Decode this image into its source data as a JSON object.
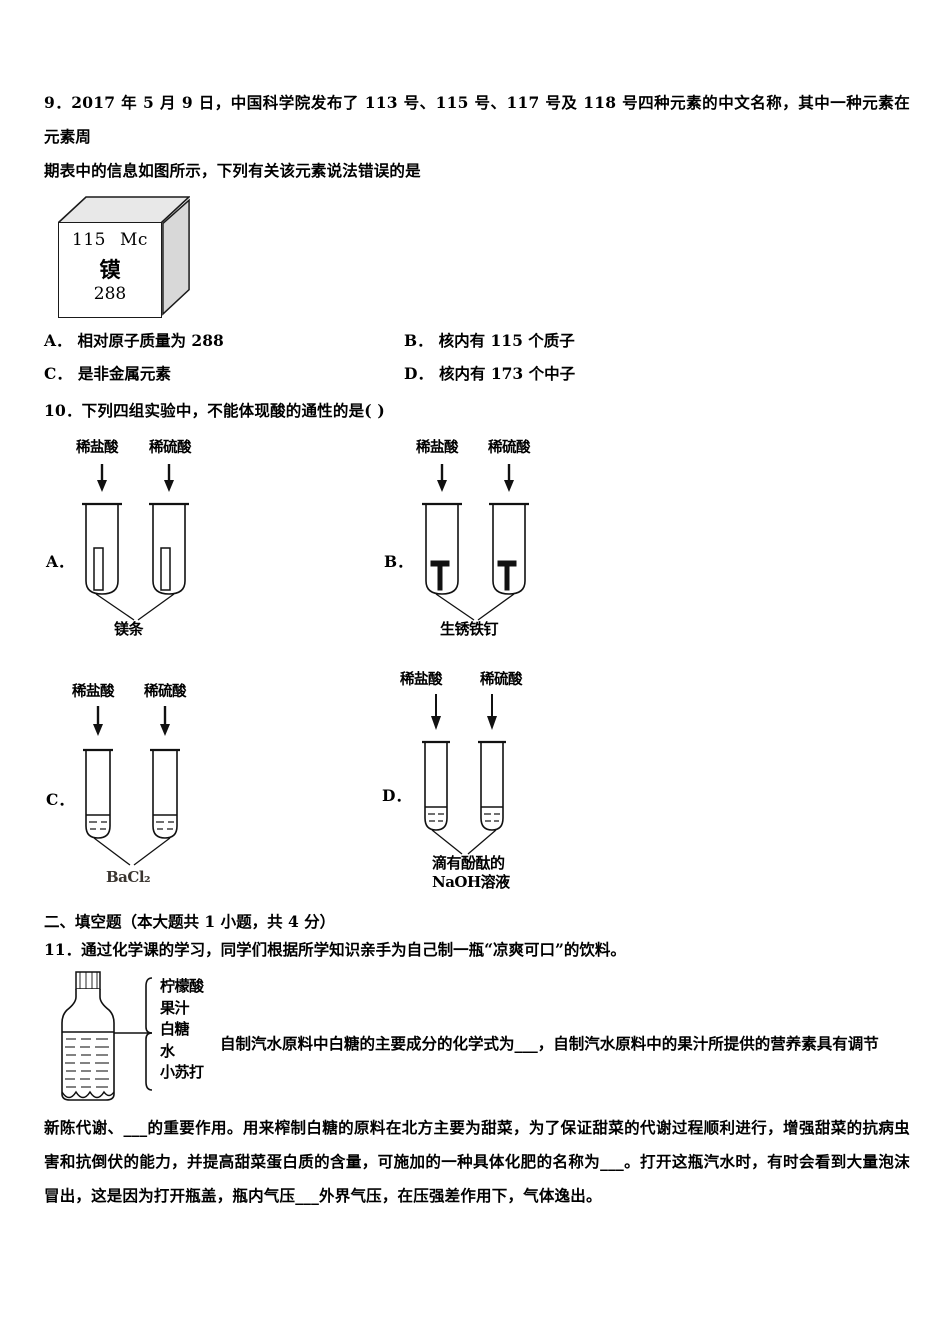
{
  "questions": {
    "q9": {
      "text_line1": "9．2017 年 5 月 9 日，中国科学院发布了 113 号、115 号、117 号及 118 号四种元素的中文名称，其中一种元素在元素周",
      "text_line2": "期表中的信息如图所示，下列有关该元素说法错误的是",
      "element_card": {
        "atomic_number": "115",
        "symbol": "Mc",
        "chinese_name": "镆",
        "relative_mass": "288"
      },
      "options": [
        {
          "label": "A．",
          "text": "相对原子质量为 288"
        },
        {
          "label": "B．",
          "text": "核内有 115 个质子"
        },
        {
          "label": "C．",
          "text": "是非金属元素"
        },
        {
          "label": "D．",
          "text": "核内有 173 个中子"
        }
      ]
    },
    "q10": {
      "stem": "10．下列四组实验中，不能体现酸的通性的是(        )",
      "experiments": [
        {
          "label": "A．",
          "left_reagent": "稀盐酸",
          "right_reagent": "稀硫酸",
          "sample": "镁条",
          "content_type": "strip"
        },
        {
          "label": "B．",
          "left_reagent": "稀盐酸",
          "right_reagent": "稀硫酸",
          "sample": "生锈铁钉",
          "content_type": "nail"
        },
        {
          "label": "C．",
          "left_reagent": "稀盐酸",
          "right_reagent": "稀硫酸",
          "sample": "BaCl₂",
          "content_type": "liquid"
        },
        {
          "label": "D．",
          "left_reagent": "稀盐酸",
          "right_reagent": "稀硫酸",
          "sample_line1": "滴有酚酞的",
          "sample_line2": "NaOH溶液",
          "content_type": "liquid"
        }
      ]
    },
    "section2": {
      "heading": "二、填空题（本大题共 1 小题，共 4 分）",
      "q11_stem": "11．通过化学课的学习，同学们根据所学知识亲手为自己制一瓶“凉爽可口”的饮料。",
      "bottle_ingredients": [
        "柠檬酸",
        "果汁",
        "白糖",
        "水",
        "小苏打"
      ],
      "body_para": "自制汽水原料中白糖的主要成分的化学式为___，自制汽水原料中的果汁所提供的营养素具有调节新陈代谢、___的重要作用。用来榨制白糖的原料在北方主要为甜菜，为了保证甜菜的代谢过程顺利进行，增强甜菜的抗病虫害和抗倒伏的能力，并提高甜菜蛋白质的含量，可施加的一种具体化肥的名称为___。打开这瓶汽水时，有时会看到大量泡沫冒出，这是因为打开瓶盖，瓶内气压___外界气压，在压强差作用下，气体逸出。"
    }
  }
}
